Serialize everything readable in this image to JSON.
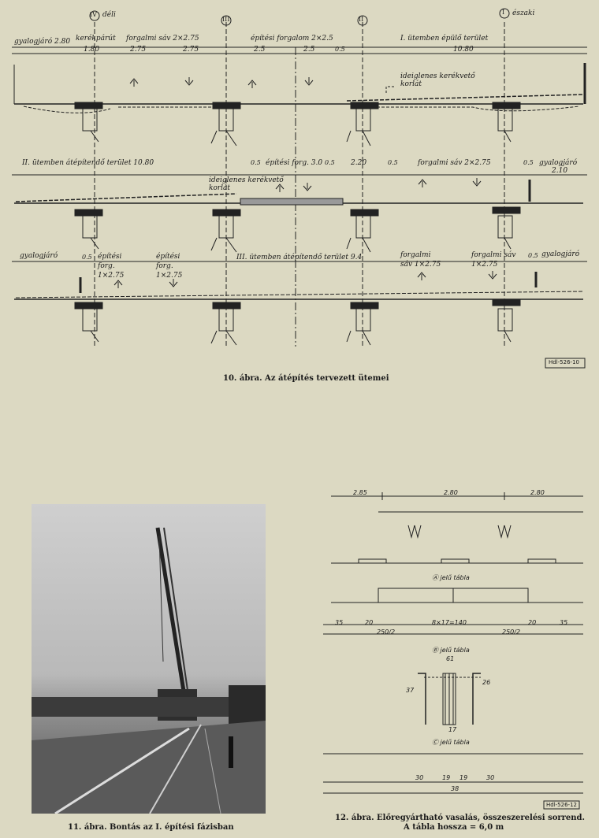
{
  "fig10": {
    "piers": {
      "p4": "IV",
      "p3": "III",
      "p2": "II",
      "p1": "I"
    },
    "south": "déli",
    "north": "északi",
    "row1": {
      "sidewalk": "gyalogjáró 2.80",
      "bike": "kerékpárút",
      "bike_w": "1.80",
      "lanes": "forgalmi sáv 2×2.75",
      "d1": "2.75",
      "d2": "2.75",
      "constr": "építési forgalom 2×2.5",
      "d3": "2.5",
      "d4": "2.5",
      "d5": "0.5",
      "area": "I. ütemben épülő terület",
      "area_w": "10.80",
      "barrier": "ideiglenes kerékvető korlát"
    },
    "row2": {
      "area": "II. ütemben átépítendő terület 10.80",
      "d1": "0.5",
      "constr": "építési forg. 3.0",
      "d2": "0.5",
      "d3": "2.20",
      "d4": "0.5",
      "lanes": "forgalmi sáv 2×2.75",
      "d5": "0.5",
      "sidewalk": "gyalogjáró",
      "sidewalk_w": "2.10",
      "barrier": "ideiglenes kerékvető korlát"
    },
    "row3": {
      "sidewalk": "gyalogjáró",
      "d1": "0.5",
      "c1": "építési forg. 1×2.75",
      "c2": "építési forg. 1×2.75",
      "area": "III. ütemben átépítendő terület 9.4",
      "l1": "forgalmi sáv 1×2.75",
      "l2": "forgalmi sáv 1×2.75",
      "d2": "0.5",
      "sidewalk2": "gyalogjáró"
    },
    "ref": "Hdl-526-10",
    "caption": "10. ábra. Az átépítés tervezett ütemei"
  },
  "fig11": {
    "caption": "11. ábra. Bontás az I. építési fázisban"
  },
  "fig12": {
    "top_dims": [
      "2.85",
      "2.80",
      "2.80"
    ],
    "panel_a": "Ⓐ jelű tábla",
    "mid_dims": [
      "35",
      "20",
      "8×17=140",
      "20",
      "35"
    ],
    "half1": "250/2",
    "half2": "250/2",
    "panel_b": "Ⓑ jelű tábla",
    "w61": "61",
    "w17": "17",
    "h1": "37",
    "h2": "26",
    "panel_c": "Ⓒ jelű tábla",
    "bottom_dims": [
      "30",
      "19",
      "19",
      "30"
    ],
    "b38": "38",
    "ref": "Hdl-526-12",
    "caption_1": "12. ábra. Előregyártható vasalás, összeszerelési sorrend.",
    "caption_2": "A tábla hossza = 6,0 m"
  }
}
